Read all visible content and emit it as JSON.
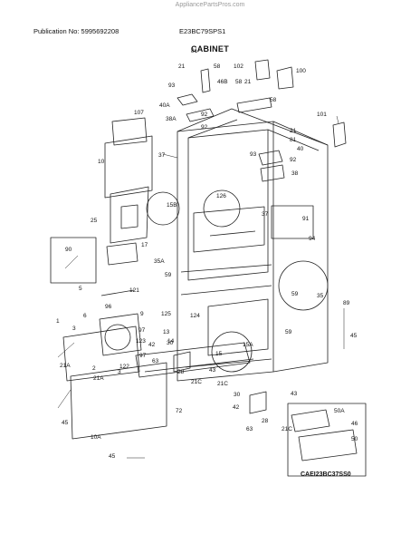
{
  "header": {
    "site": "AppliancePartsPros.com",
    "publication": "Publication No: 5995692208",
    "model": "E23BC79SPS1"
  },
  "title": "CABINET",
  "diagram_code": "CAEI23BC37SS0",
  "part_callouts": [
    {
      "label": "21"
    },
    {
      "label": "81"
    },
    {
      "label": "58"
    },
    {
      "label": "102"
    },
    {
      "label": "100"
    },
    {
      "label": "93"
    },
    {
      "label": "46B"
    },
    {
      "label": "58"
    },
    {
      "label": "21"
    },
    {
      "label": "58"
    },
    {
      "label": "40A"
    },
    {
      "label": "92"
    },
    {
      "label": "38A"
    },
    {
      "label": "92"
    },
    {
      "label": "107"
    },
    {
      "label": "101"
    },
    {
      "label": "21"
    },
    {
      "label": "81"
    },
    {
      "label": "40"
    },
    {
      "label": "93"
    },
    {
      "label": "37"
    },
    {
      "label": "92"
    },
    {
      "label": "38"
    },
    {
      "label": "10"
    },
    {
      "label": "15B"
    },
    {
      "label": "126"
    },
    {
      "label": "37"
    },
    {
      "label": "91"
    },
    {
      "label": "94"
    },
    {
      "label": "25"
    },
    {
      "label": "90"
    },
    {
      "label": "17"
    },
    {
      "label": "35A"
    },
    {
      "label": "59"
    },
    {
      "label": "59"
    },
    {
      "label": "35"
    },
    {
      "label": "89"
    },
    {
      "label": "5"
    },
    {
      "label": "121"
    },
    {
      "label": "9"
    },
    {
      "label": "125"
    },
    {
      "label": "6"
    },
    {
      "label": "96"
    },
    {
      "label": "97"
    },
    {
      "label": "13"
    },
    {
      "label": "124"
    },
    {
      "label": "59"
    },
    {
      "label": "14"
    },
    {
      "label": "1"
    },
    {
      "label": "3"
    },
    {
      "label": "123"
    },
    {
      "label": "30"
    },
    {
      "label": "15"
    },
    {
      "label": "15A"
    },
    {
      "label": "45"
    },
    {
      "label": "42"
    },
    {
      "label": "97"
    },
    {
      "label": "63"
    },
    {
      "label": "21A"
    },
    {
      "label": "2"
    },
    {
      "label": "21A"
    },
    {
      "label": "3"
    },
    {
      "label": "122"
    },
    {
      "label": "28"
    },
    {
      "label": "43"
    },
    {
      "label": "21C"
    },
    {
      "label": "21C"
    },
    {
      "label": "45"
    },
    {
      "label": "72"
    },
    {
      "label": "30"
    },
    {
      "label": "43"
    },
    {
      "label": "42"
    },
    {
      "label": "28"
    },
    {
      "label": "63"
    },
    {
      "label": "21C"
    },
    {
      "label": "50A"
    },
    {
      "label": "46"
    },
    {
      "label": "50"
    },
    {
      "label": "10A"
    },
    {
      "label": "45"
    }
  ]
}
